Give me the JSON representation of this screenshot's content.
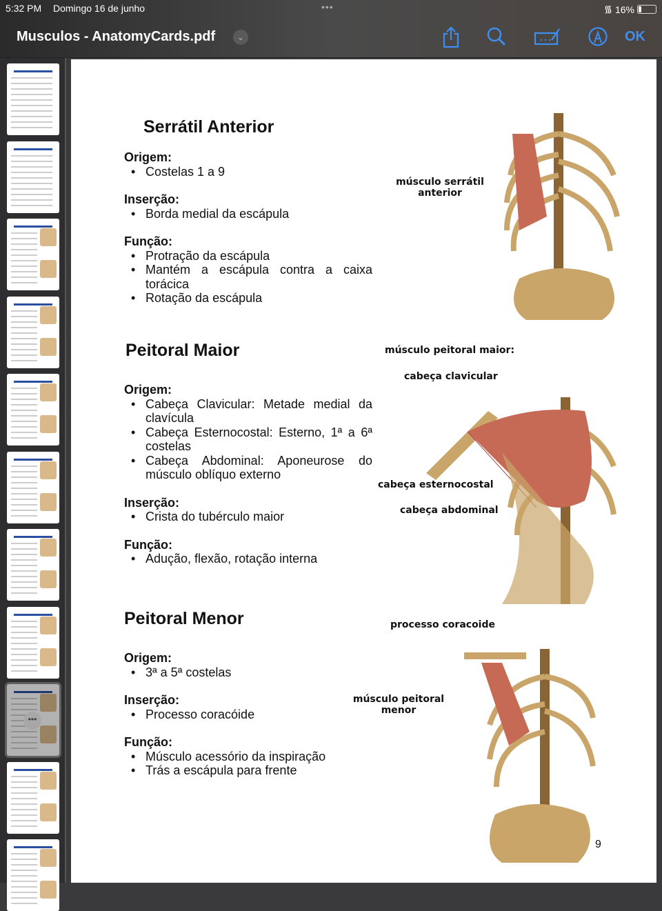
{
  "status": {
    "time": "5:32 PM",
    "date": "Domingo 16 de junho",
    "battery": "16%"
  },
  "toolbar": {
    "title": "Musculos - AnatomyCards.pdf",
    "ok_label": "OK"
  },
  "sidebar": {
    "selected_page": 9
  },
  "sections": [
    {
      "title": "Serrátil Anterior",
      "origem_label": "Origem:",
      "origem": [
        "Costelas 1 a 9"
      ],
      "insercao_label": "Inserção:",
      "insercao": [
        "Borda medial da escápula"
      ],
      "funcao_label": "Função:",
      "funcao": [
        "Protração da escápula",
        "Mantém a escápula contra a caixa torácica",
        "Rotação da escápula"
      ],
      "labels": [
        "músculo serrátil anterior"
      ]
    },
    {
      "title": "Peitoral Maior",
      "origem_label": "Origem:",
      "origem": [
        "Cabeça Clavicular: Metade medial da clavícula",
        "Cabeça Esternocostal: Esterno, 1ª a 6ª costelas",
        "Cabeça Abdominal: Aponeurose do músculo oblíquo externo"
      ],
      "insercao_label": "Inserção:",
      "insercao": [
        "Crista do tubérculo maior"
      ],
      "funcao_label": "Função:",
      "funcao": [
        "Adução, flexão, rotação interna"
      ],
      "labels": [
        "músculo peitoral maior:",
        "cabeça clavicular",
        "cabeça esternocostal",
        "cabeça abdominal"
      ]
    },
    {
      "title": "Peitoral Menor",
      "origem_label": "Origem:",
      "origem": [
        "3ª a 5ª costelas"
      ],
      "insercao_label": "Inserção:",
      "insercao": [
        "Processo coracóide"
      ],
      "funcao_label": "Função:",
      "funcao": [
        "Músculo acessório da inspiração",
        "Trás a escápula para frente"
      ],
      "labels": [
        "processo coracoide",
        "músculo peitoral menor"
      ]
    }
  ],
  "page_number": "9"
}
